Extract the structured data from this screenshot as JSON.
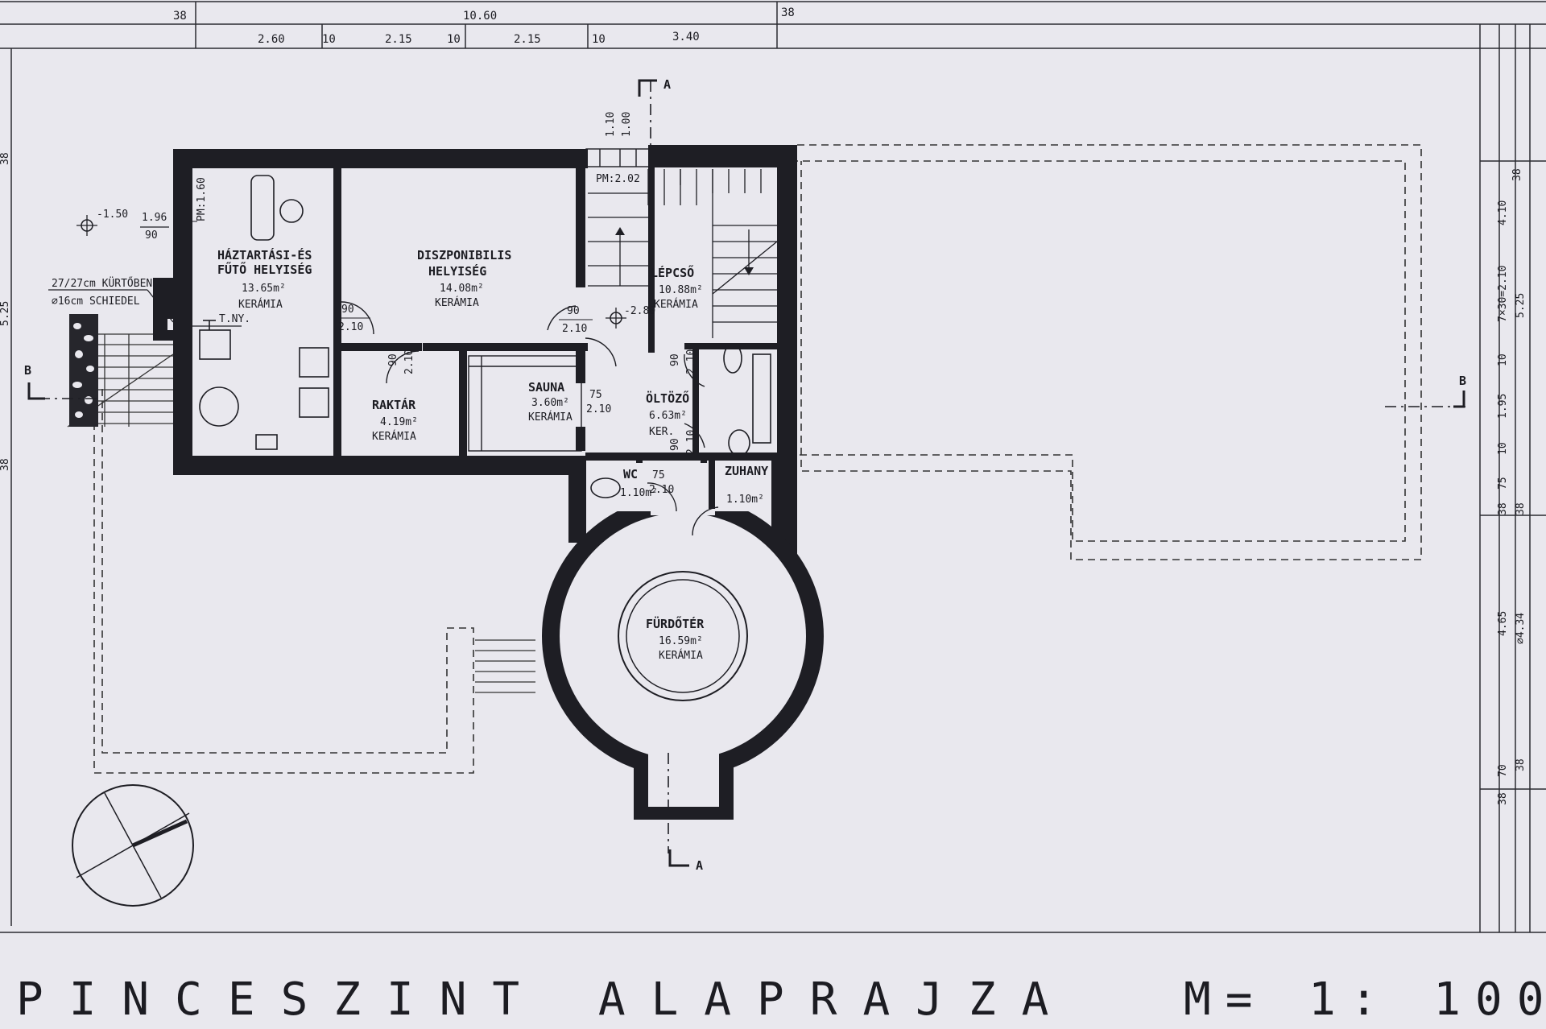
{
  "dimensions_top": {
    "overall": "10.60",
    "wall_left": "38",
    "wall_right": "38",
    "segments": [
      "2.60",
      "10",
      "2.15",
      "10",
      "2.15",
      "10",
      "3.40"
    ]
  },
  "dimensions_right": {
    "labels": [
      "38",
      "4.10",
      "7×30=2.10",
      "5.25",
      "10",
      "1.95",
      "10",
      "75",
      "38",
      "38",
      "4.65",
      "∅4.34",
      "70",
      "38",
      "38"
    ]
  },
  "dimensions_left": {
    "labels": [
      "38",
      "5.25",
      "38"
    ]
  },
  "levels": {
    "ext_level": "-1.50",
    "ext_ratio_top": "1.96",
    "ext_ratio_bottom": "90",
    "pm_left": "PM:1.60",
    "pm_stair": "PM:2.02",
    "stair_top_1": "1.10",
    "stair_top_2": "1.00",
    "floor_level": "-2.80"
  },
  "chimney": {
    "line1": "27/27cm KÜRTŐBEN",
    "line2": "∅16cm SCHIEDEL",
    "tny": "T.NY."
  },
  "sections": {
    "a": "A",
    "b": "B"
  },
  "rooms": {
    "haztartasi": {
      "name1": "HÁZTARTÁSI-ÉS",
      "name2": "FŰTŐ HELYISÉG",
      "area": "13.65m²",
      "floor": "KERÁMIA"
    },
    "diszponibilis": {
      "name1": "DISZPONIBILIS",
      "name2": "HELYISÉG",
      "area": "14.08m²",
      "floor": "KERÁMIA"
    },
    "lepcso": {
      "name": "LÉPCSŐ",
      "area": "10.88m²",
      "floor": "KERÁMIA"
    },
    "raktar": {
      "name": "RAKTÁR",
      "area": "4.19m²",
      "floor": "KERÁMIA"
    },
    "sauna": {
      "name": "SAUNA",
      "area": "3.60m²",
      "floor": "KERÁMIA"
    },
    "oltozo": {
      "name": "ÖLTÖZŐ",
      "area": "6.63m²",
      "floor": "KER."
    },
    "wc": {
      "name": "WC",
      "area": "1.10m²"
    },
    "zuhany": {
      "name": "ZUHANY",
      "area": "1.10m²"
    },
    "furdoter": {
      "name": "FÜRDŐTÉR",
      "area": "16.59m²",
      "floor": "KERÁMIA"
    }
  },
  "doors": {
    "d1_w": "90",
    "d1_h": "2.10",
    "d2_w": "90",
    "d2_h": "2.10",
    "d3_w": "90",
    "d3_h": "2.10",
    "d4_w": "90",
    "d4_h": "2.10",
    "d5_w": "75",
    "d5_h": "2.10",
    "d6_w": "90",
    "d6_h": "2.10",
    "d7_w": "75",
    "d7_h": "2.10"
  },
  "title": {
    "left": "PINCESZINT ALAPRAJZA",
    "scale": "M= 1: 100"
  }
}
